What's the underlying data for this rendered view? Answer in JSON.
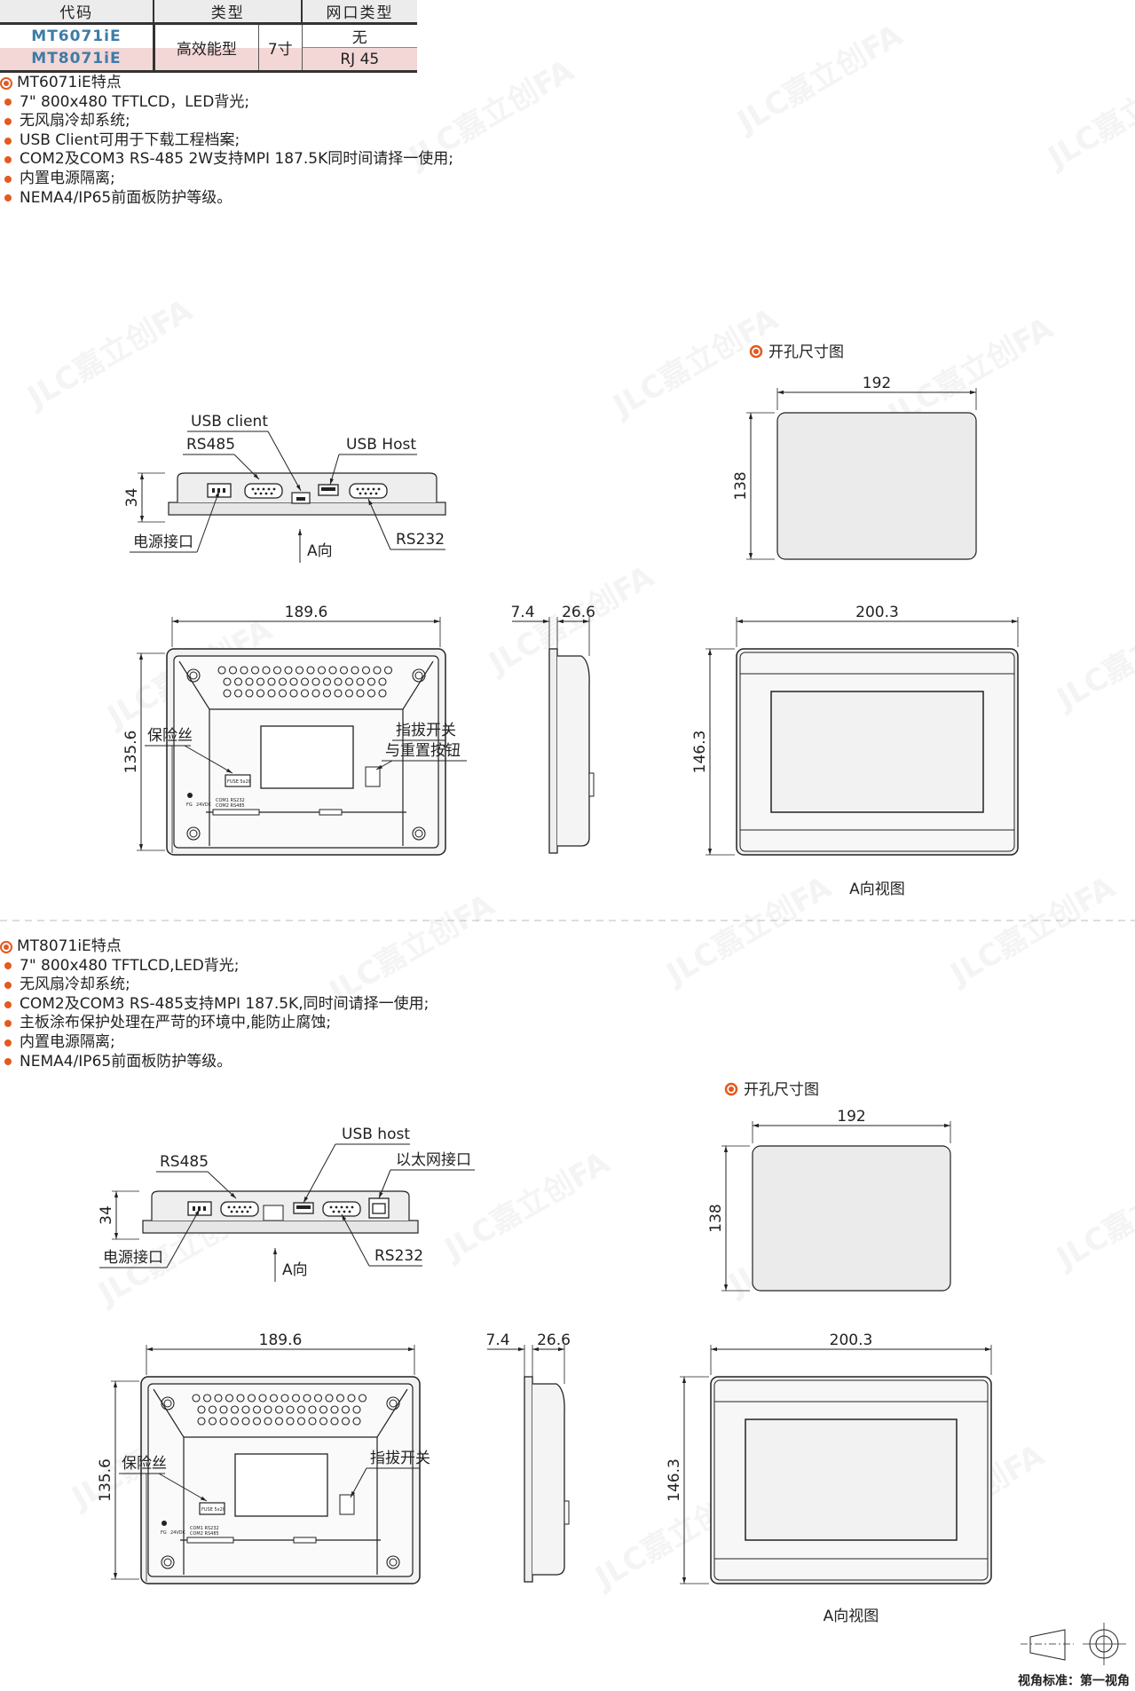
{
  "colors": {
    "accent": "#e35a1f",
    "code_blue": "#3d7ca8",
    "row_tint": "#f3d6d6"
  },
  "table": {
    "headers": [
      "代码",
      "类型",
      "网口类型"
    ],
    "type": "高效能型",
    "size": "7寸",
    "rows": [
      {
        "code": "MT6071iE",
        "net": "无"
      },
      {
        "code": "MT8071iE",
        "net": "RJ 45"
      }
    ]
  },
  "sections": [
    {
      "title": "MT6071iE特点",
      "features": [
        "7\" 800x480 TFTLCD，LED背光;",
        "无风扇冷却系统;",
        "USB Client可用于下载工程档案;",
        "COM2及COM3 RS-485 2W支持MPI 187.5K同时间请择一使用;",
        "内置电源隔离;",
        "NEMA4/IP65前面板防护等级。"
      ],
      "cutout_title": "开孔尺寸图",
      "cutout_w": "192",
      "cutout_h": "138",
      "top_labels": {
        "usb_client": "USB  client",
        "rs485": "RS485",
        "usb_host": "USB  Host",
        "power": "电源接口",
        "a_dir": "A向",
        "rs232": "RS232",
        "depth": "34"
      },
      "dims": {
        "rear_w": "189.6",
        "rear_h": "135.6",
        "side_bezel": "7.4",
        "side_depth": "26.6",
        "front_w": "200.3",
        "front_h": "146.3"
      },
      "rear_labels": {
        "fuse": "保险丝",
        "dip1": "指拔开关",
        "dip2": "与重置按钮",
        "fuse_tag": "FUSE 5x20",
        "com1": "COM1 RS232",
        "com2": "COM2 RS485",
        "fg": "FG",
        "vdc": "24VDC"
      },
      "front_caption": "A向视图"
    },
    {
      "title": "MT8071iE特点",
      "features": [
        "7\" 800x480 TFTLCD,LED背光;",
        "无风扇冷却系统;",
        "COM2及COM3 RS-485支持MPI 187.5K,同时间请择一使用;",
        "主板涂布保护处理在严苛的环境中,能防止腐蚀;",
        "内置电源隔离;",
        "NEMA4/IP65前面板防护等级。"
      ],
      "cutout_title": "开孔尺寸图",
      "cutout_w": "192",
      "cutout_h": "138",
      "top_labels": {
        "usb_host": "USB  host",
        "rs485": "RS485",
        "ethernet": "以太网接口",
        "power": "电源接口",
        "a_dir": "A向",
        "rs232": "RS232",
        "depth": "34"
      },
      "dims": {
        "rear_w": "189.6",
        "rear_h": "135.6",
        "side_bezel": "7.4",
        "side_depth": "26.6",
        "front_w": "200.3",
        "front_h": "146.3"
      },
      "rear_labels": {
        "fuse": "保险丝",
        "dip1": "指拔开关",
        "fuse_tag": "FUSE 5x20",
        "com1": "COM1 RS232",
        "com2": "COM2 RS485",
        "fg": "FG",
        "vdc": "24VDC"
      },
      "front_caption": "A向视图"
    }
  ],
  "footer": {
    "view_standard": "视角标准：第一视角"
  },
  "watermark": "JLC嘉立创FA"
}
